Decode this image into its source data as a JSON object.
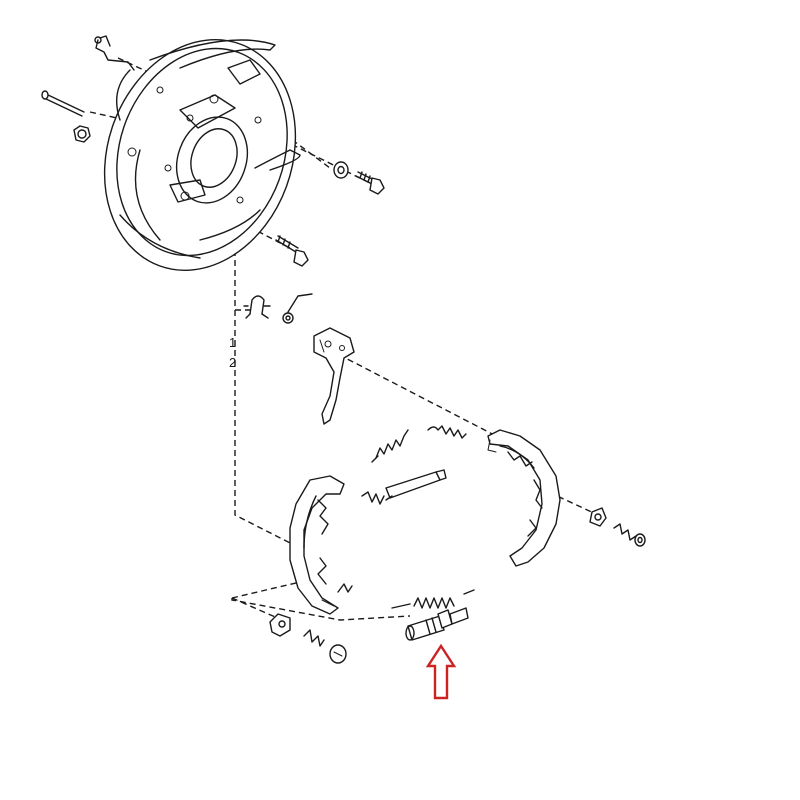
{
  "diagram": {
    "callouts": [
      "1",
      "2"
    ],
    "indicator_color": "#cc2222",
    "line_color": "#1a1a1a",
    "indicator_icon": "up-arrow-outline"
  }
}
